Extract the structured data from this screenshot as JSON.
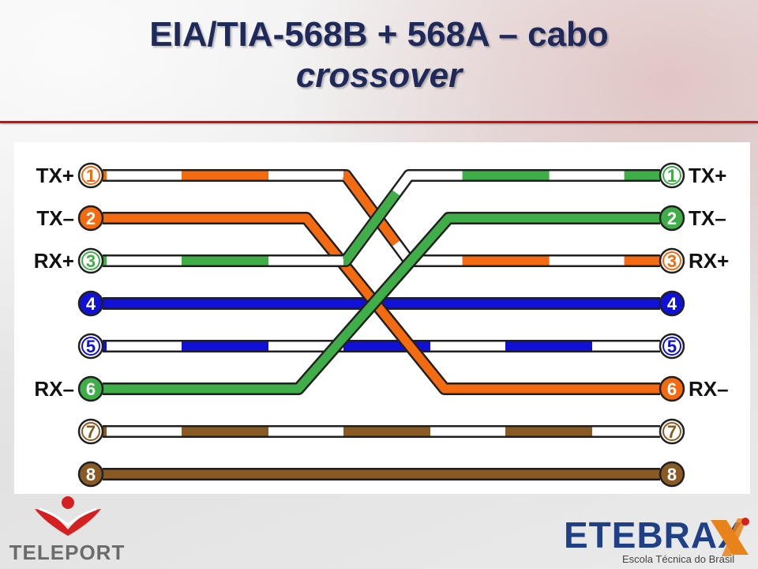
{
  "title": {
    "line1": "EIA/TIA-568B + 568A – cabo",
    "line2": "crossover"
  },
  "colors": {
    "title": "#1f2a5a",
    "rule": "#cc1010",
    "orange": "#f36a11",
    "green": "#3fae49",
    "blue": "#1010d6",
    "brown": "#8a5a24",
    "outline": "#202020"
  },
  "diagram": {
    "wires": [
      {
        "pin": "1",
        "left_label": "TX+",
        "right_label": "TX+",
        "left_color": "orange",
        "left_striped": true,
        "right_color": "green",
        "right_striped": true
      },
      {
        "pin": "2",
        "left_label": "TX–",
        "right_label": "TX–",
        "left_color": "orange",
        "left_striped": false,
        "right_color": "green",
        "right_striped": false
      },
      {
        "pin": "3",
        "left_label": "RX+",
        "right_label": "RX+",
        "left_color": "green",
        "left_striped": true,
        "right_color": "orange",
        "right_striped": true
      },
      {
        "pin": "4",
        "left_label": "",
        "right_label": "",
        "left_color": "blue",
        "left_striped": false,
        "right_color": "blue",
        "right_striped": false
      },
      {
        "pin": "5",
        "left_label": "",
        "right_label": "",
        "left_color": "blue",
        "left_striped": true,
        "right_color": "blue",
        "right_striped": true
      },
      {
        "pin": "6",
        "left_label": "RX–",
        "right_label": "RX–",
        "left_color": "green",
        "left_striped": false,
        "right_color": "orange",
        "right_striped": false
      },
      {
        "pin": "7",
        "left_label": "",
        "right_label": "",
        "left_color": "brown",
        "left_striped": true,
        "right_color": "brown",
        "right_striped": true
      },
      {
        "pin": "8",
        "left_label": "",
        "right_label": "",
        "left_color": "brown",
        "left_striped": false,
        "right_color": "brown",
        "right_striped": false
      }
    ],
    "crossovers": [
      {
        "from_pin": "1",
        "to_pin": "3",
        "color": "orange",
        "striped": true
      },
      {
        "from_pin": "2",
        "to_pin": "6",
        "color": "orange",
        "striped": false
      },
      {
        "from_pin": "3",
        "to_pin": "1",
        "color": "green",
        "striped": true
      },
      {
        "from_pin": "6",
        "to_pin": "2",
        "color": "green",
        "striped": false
      }
    ]
  },
  "logos": {
    "left": "TELEPORT",
    "right": "ETEBRAX",
    "right_sub": "Escola Técnica do Brasil"
  }
}
